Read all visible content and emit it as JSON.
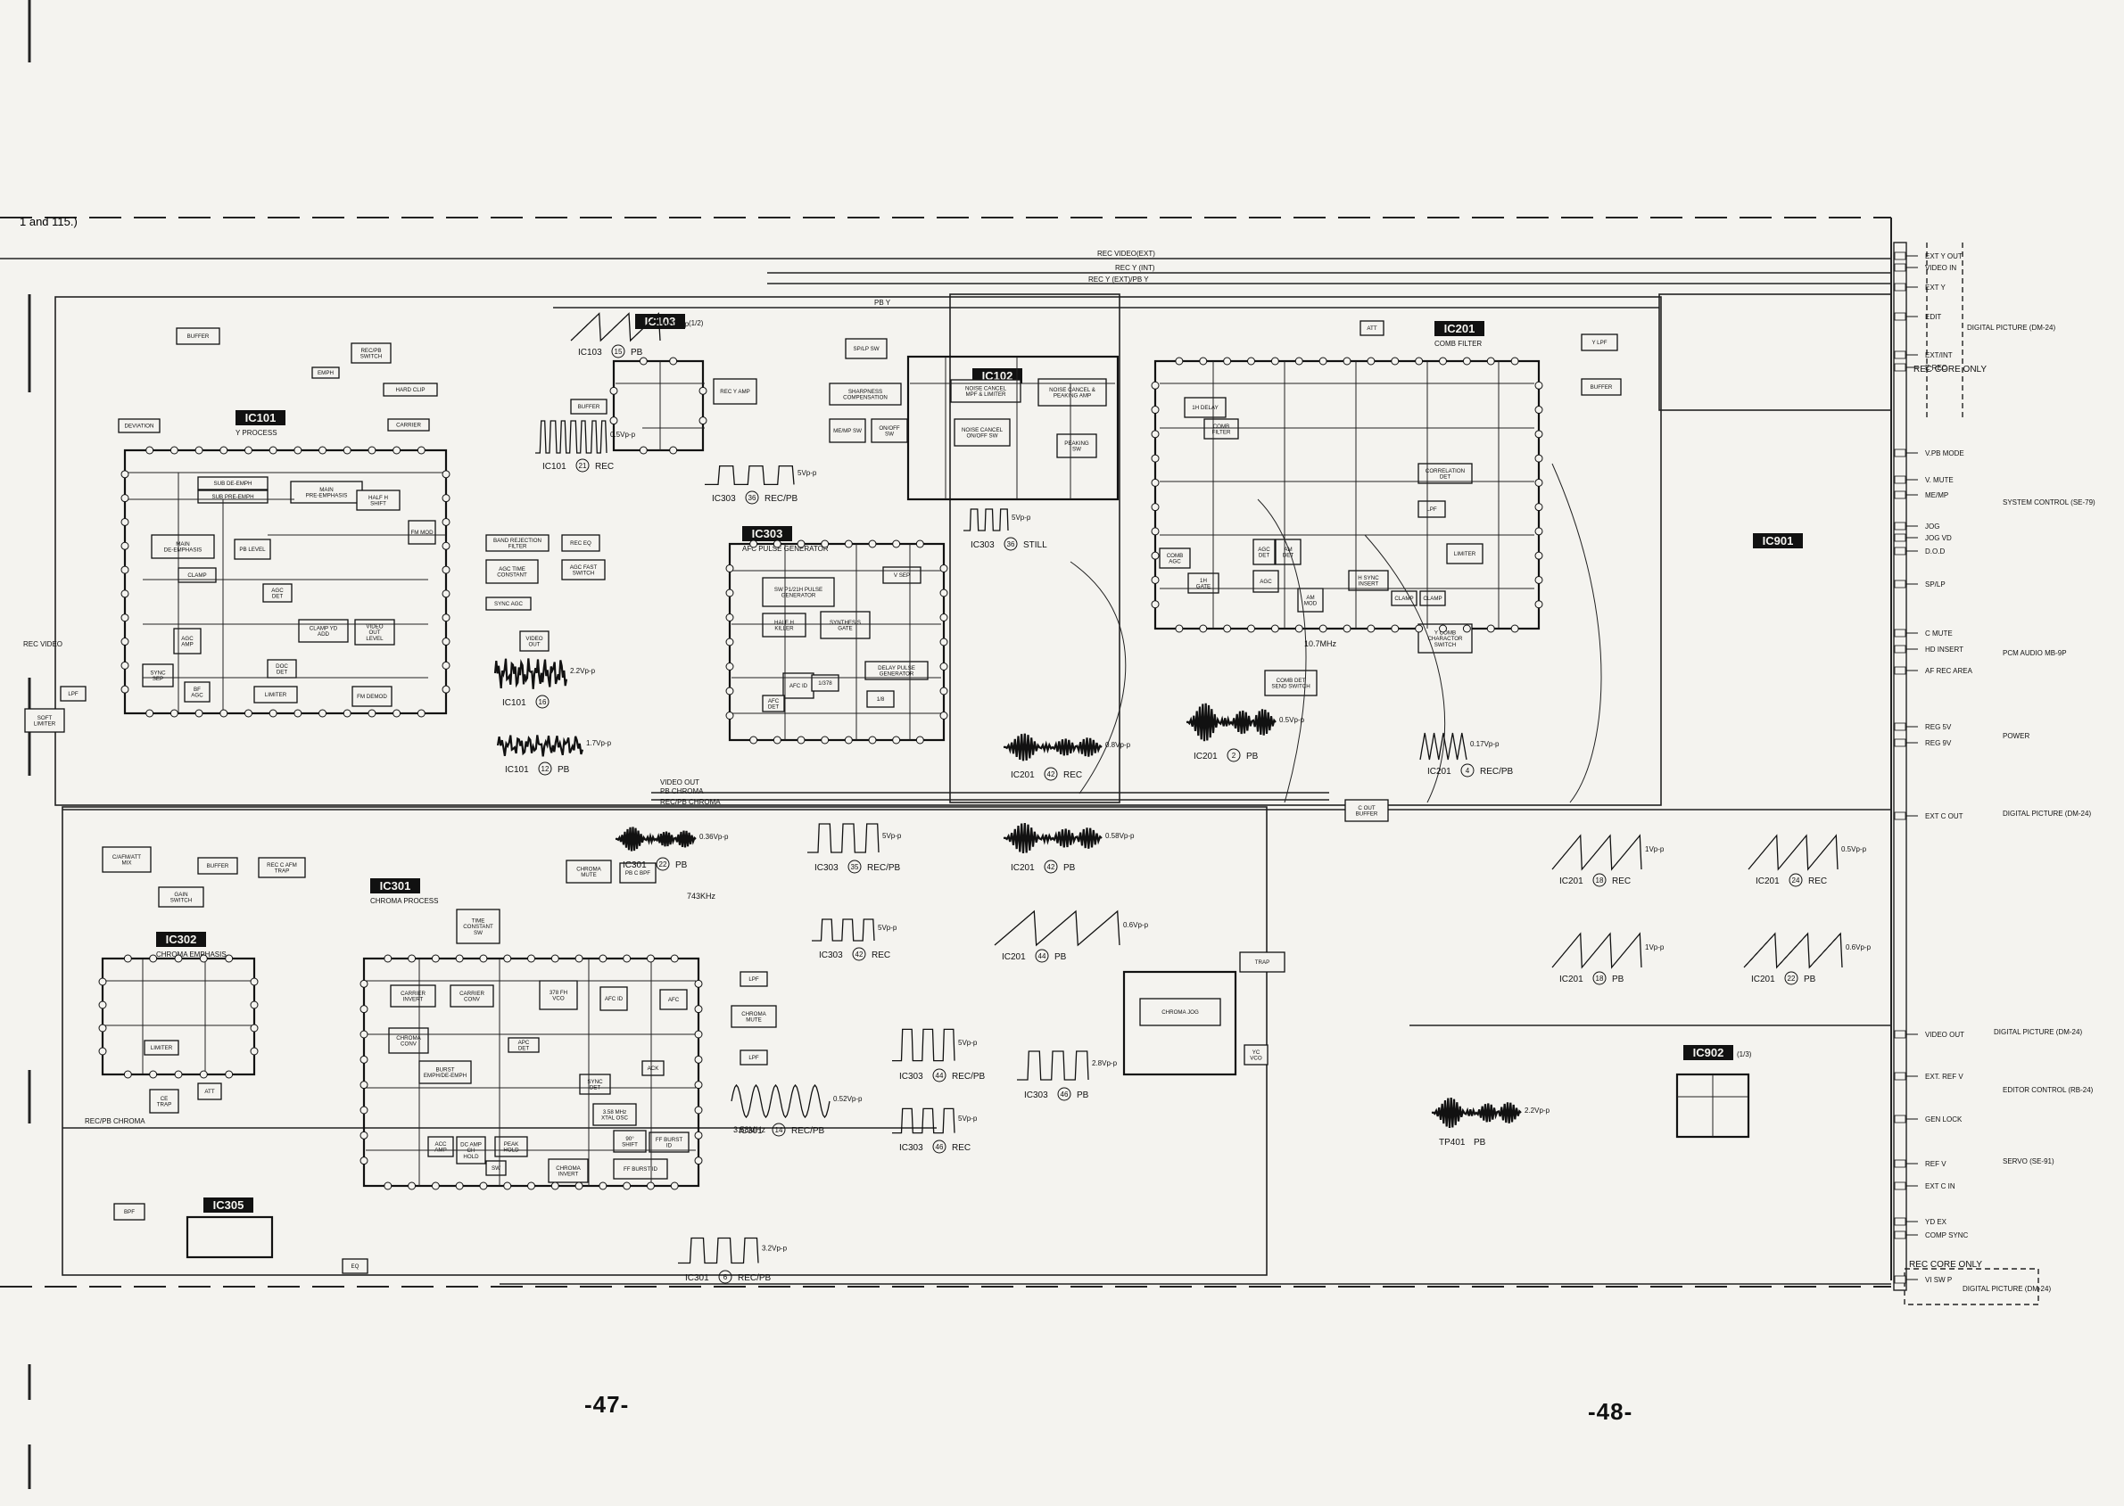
{
  "header": {
    "note": "1 and 115.)"
  },
  "ic_labels": [
    {
      "id": "ic101",
      "name": "IC101",
      "sub": "Y PROCESS"
    },
    {
      "id": "ic103",
      "name": "IC103",
      "sub": "(1/2)"
    },
    {
      "id": "ic102",
      "name": "IC102",
      "sub": ""
    },
    {
      "id": "ic201",
      "name": "IC201",
      "sub": "COMB FILTER"
    },
    {
      "id": "ic303",
      "name": "IC303",
      "sub": "AFC PULSE GENERATOR"
    },
    {
      "id": "ic301",
      "name": "IC301",
      "sub": "CHROMA PROCESS"
    },
    {
      "id": "ic302",
      "name": "IC302",
      "sub": "CHROMA EMPHASIS"
    },
    {
      "id": "ic305",
      "name": "IC305",
      "sub": ""
    },
    {
      "id": "ic901",
      "name": "IC901",
      "sub": ""
    },
    {
      "id": "ic902",
      "name": "IC902",
      "sub": "(1/3)"
    }
  ],
  "blocks": [
    {
      "id": "buffer-q111",
      "label": "BUFFER"
    },
    {
      "id": "deviation",
      "label": "DEVIATION"
    },
    {
      "id": "rec-pb-switch",
      "label": "REC/PB SWITCH"
    },
    {
      "id": "emph",
      "label": "EMPH"
    },
    {
      "id": "hard-clip",
      "label": "HARD CLIP"
    },
    {
      "id": "carrier",
      "label": "CARRIER"
    },
    {
      "id": "sub-de-emph",
      "label": "SUB DE-EMPH"
    },
    {
      "id": "sub-pre-emph",
      "label": "SUB PRE-EMPH"
    },
    {
      "id": "main-pre-emphasis",
      "label": "MAIN PRE-EMPHASIS"
    },
    {
      "id": "half-h-shift",
      "label": "HALF H SHIFT"
    },
    {
      "id": "fm-mod",
      "label": "FM MOD"
    },
    {
      "id": "main-de-emphasis",
      "label": "MAIN DE-EMPHASIS"
    },
    {
      "id": "pb-level",
      "label": "PB LEVEL"
    },
    {
      "id": "clamp",
      "label": "CLAMP"
    },
    {
      "id": "agc-det",
      "label": "AGC DET"
    },
    {
      "id": "agc-amp",
      "label": "AGC AMP"
    },
    {
      "id": "clamp-yd-add",
      "label": "CLAMP YD ADD"
    },
    {
      "id": "video-out-level",
      "label": "VIDEO OUT LEVEL"
    },
    {
      "id": "sync-sep",
      "label": "SYNC SEP"
    },
    {
      "id": "bf-agc",
      "label": "BF AGC"
    },
    {
      "id": "doc-det",
      "label": "DOC DET"
    },
    {
      "id": "limiter",
      "label": "LIMITER"
    },
    {
      "id": "fm-demod",
      "label": "FM DEMOD"
    },
    {
      "id": "lpf-left",
      "label": "LPF"
    },
    {
      "id": "soft-limiter",
      "label": "SOFT LIMITER"
    },
    {
      "id": "band-rejection",
      "label": "BAND REJECTION FILTER"
    },
    {
      "id": "rec-eq",
      "label": "REC EQ"
    },
    {
      "id": "agc-time-constant",
      "label": "AGC TIME CONSTANT"
    },
    {
      "id": "agc-fast-switch",
      "label": "AGC FAST SWITCH"
    },
    {
      "id": "sync-agc",
      "label": "SYNC AGC"
    },
    {
      "id": "video-out",
      "label": "VIDEO OUT"
    },
    {
      "id": "buffer-q902",
      "label": "BUFFER"
    },
    {
      "id": "rec-y-amp",
      "label": "REC Y AMP"
    },
    {
      "id": "sharpness",
      "label": "SHARPNESS COMPENSATION"
    },
    {
      "id": "mp-lp-sw",
      "label": "SP/LP SW"
    },
    {
      "id": "me-mp-sw",
      "label": "ME/MP SW"
    },
    {
      "id": "on-off-sw",
      "label": "ON/OFF SW"
    },
    {
      "id": "noise-cancel-mpf",
      "label": "NOISE CANCEL MPF & LIMITER"
    },
    {
      "id": "noise-cancel-onoff",
      "label": "NOISE CANCEL ON/OFF SW"
    },
    {
      "id": "noise-cancel-peak",
      "label": "NOISE CANCEL & PEAKING AMP"
    },
    {
      "id": "peaking-sw",
      "label": "PEAKING SW"
    },
    {
      "id": "v-sep",
      "label": "V SEP"
    },
    {
      "id": "sw-pulse-gen",
      "label": "SW P1/21H PULSE GENERATOR"
    },
    {
      "id": "half-h-killer",
      "label": "HALF H KILLER"
    },
    {
      "id": "synthesis-gate",
      "label": "SYNTHESIS GATE"
    },
    {
      "id": "afc-id",
      "label": "AFC ID"
    },
    {
      "id": "afc-det",
      "label": "AFC DET"
    },
    {
      "id": "div-378",
      "label": "1/378"
    },
    {
      "id": "delay-pulse-gen",
      "label": "DELAY PULSE GENERATOR"
    },
    {
      "id": "div-8",
      "label": "1/8"
    },
    {
      "id": "att",
      "label": "ATT"
    },
    {
      "id": "y-lpf",
      "label": "Y LPF"
    },
    {
      "id": "buffer-q217",
      "label": "BUFFER"
    },
    {
      "id": "ih-delay",
      "label": "1H DELAY"
    },
    {
      "id": "comb-filter",
      "label": "COMB FILTER"
    },
    {
      "id": "correlation-det",
      "label": "CORRELATION DET"
    },
    {
      "id": "lpf-201",
      "label": "LPF"
    },
    {
      "id": "limiter-201",
      "label": "LIMITER"
    },
    {
      "id": "am-det",
      "label": "AM DET"
    },
    {
      "id": "agc-201",
      "label": "AGC DET"
    },
    {
      "id": "comb-agc",
      "label": "COMB AGC"
    },
    {
      "id": "ih-gate",
      "label": "1H GATE"
    },
    {
      "id": "agc-b",
      "label": "AGC"
    },
    {
      "id": "am-mod",
      "label": "AM MOD"
    },
    {
      "id": "h-sync-insert",
      "label": "H SYNC INSERT"
    },
    {
      "id": "clamp-201",
      "label": "CLAMP"
    },
    {
      "id": "clamp-201b",
      "label": "CLAMP"
    },
    {
      "id": "y-comb-char",
      "label": "Y COMB CHARACTOR SWITCH"
    },
    {
      "id": "comb-det-send",
      "label": "COMB DET SEND SWITCH"
    },
    {
      "id": "c-out-buffer",
      "label": "C OUT BUFFER"
    },
    {
      "id": "c-afm-att-mix",
      "label": "C/AFM/ATT MIX"
    },
    {
      "id": "buffer-q301",
      "label": "BUFFER"
    },
    {
      "id": "rec-c-afm-trap",
      "label": "REC C AFM TRAP"
    },
    {
      "id": "gain-switch",
      "label": "GAIN SWITCH"
    },
    {
      "id": "chroma-mute",
      "label": "CHROMA MUTE"
    },
    {
      "id": "pb-c-bpf",
      "label": "PB C BPF"
    },
    {
      "id": "time-constant-sw",
      "label": "TIME CONSTANT SW"
    },
    {
      "id": "carrier-invert",
      "label": "CARRIER INVERT"
    },
    {
      "id": "carrier-conv",
      "label": "CARRIER CONV"
    },
    {
      "id": "vco-378",
      "label": "378 FH VCO"
    },
    {
      "id": "afc-id-301",
      "label": "AFC ID"
    },
    {
      "id": "afc-301",
      "label": "AFC"
    },
    {
      "id": "chroma-mute-301",
      "label": "CHROMA MUTE"
    },
    {
      "id": "lpf-301",
      "label": "LPF"
    },
    {
      "id": "lpf-301b",
      "label": "LPF"
    },
    {
      "id": "chroma-conv",
      "label": "CHROMA CONV"
    },
    {
      "id": "burst-emph",
      "label": "BURST EMPH/DE-EMPH"
    },
    {
      "id": "apc-det",
      "label": "APC DET"
    },
    {
      "id": "ack",
      "label": "ACK"
    },
    {
      "id": "sync-det",
      "label": "SYNC DET"
    },
    {
      "id": "xtal-osc",
      "label": "3.58 MHz XTAL OSC"
    },
    {
      "id": "shift-90",
      "label": "90° SHIFT"
    },
    {
      "id": "ff-burst-id",
      "label": "FF BURST ID"
    },
    {
      "id": "ff-burst-id-b",
      "label": "FF BURST ID"
    },
    {
      "id": "acc-amp",
      "label": "ACC AMP"
    },
    {
      "id": "dc-amp",
      "label": "DC AMP CH HOLD"
    },
    {
      "id": "peak-hold",
      "label": "PEAK HOLD"
    },
    {
      "id": "sw-301",
      "label": "SW"
    },
    {
      "id": "chroma-invert",
      "label": "CHROMA INVERT"
    },
    {
      "id": "limiter-302",
      "label": "LIMITER"
    },
    {
      "id": "ce-trap",
      "label": "CE TRAP"
    },
    {
      "id": "att-302",
      "label": "ATT"
    },
    {
      "id": "bpf-305",
      "label": "BPF"
    },
    {
      "id": "eq-305",
      "label": "EQ"
    },
    {
      "id": "trap-q310",
      "label": "TRAP"
    },
    {
      "id": "chroma-jog",
      "label": "CHROMA JOG"
    },
    {
      "id": "yc-vco",
      "label": "YC VCO"
    }
  ],
  "connectors": [
    {
      "id": "ext-y-out",
      "label": "EXT Y OUT"
    },
    {
      "id": "video-in",
      "label": "VIDEO IN"
    },
    {
      "id": "ext-y",
      "label": "EXT Y"
    },
    {
      "id": "edit",
      "label": "EDIT"
    },
    {
      "id": "ext-int",
      "label": "EXT/INT"
    },
    {
      "id": "e-rec",
      "label": "E REC"
    },
    {
      "id": "v-pb-mode",
      "label": "V.PB MODE"
    },
    {
      "id": "v-mute",
      "label": "V. MUTE"
    },
    {
      "id": "me-mp",
      "label": "ME/MP"
    },
    {
      "id": "jog",
      "label": "JOG"
    },
    {
      "id": "jog-vd",
      "label": "JOG VD"
    },
    {
      "id": "dod",
      "label": "D.O.D"
    },
    {
      "id": "sp-lp",
      "label": "SP/LP"
    },
    {
      "id": "c-mute",
      "label": "C MUTE"
    },
    {
      "id": "hd-insert",
      "label": "HD INSERT"
    },
    {
      "id": "af-rec-area",
      "label": "AF REC AREA"
    },
    {
      "id": "reg-5v",
      "label": "REG 5V"
    },
    {
      "id": "reg-9v",
      "label": "REG 9V"
    },
    {
      "id": "ext-c-out",
      "label": "EXT C OUT"
    },
    {
      "id": "video-out-cn",
      "label": "VIDEO OUT"
    },
    {
      "id": "ext-ref-v",
      "label": "EXT. REF V"
    },
    {
      "id": "gen-lock",
      "label": "GEN LOCK"
    },
    {
      "id": "ref-v",
      "label": "REF V"
    },
    {
      "id": "yd-ex",
      "label": "YD EX"
    },
    {
      "id": "comp-sync",
      "label": "COMP SYNC"
    },
    {
      "id": "vi-sw-p",
      "label": "VI SW P"
    },
    {
      "id": "ext-c-in",
      "label": "EXT C IN"
    }
  ],
  "side_notes": {
    "digital_picture_1": "DIGITAL PICTURE (DM-24)",
    "rec_core_only_1": "REC CORE ONLY",
    "system_control": "SYSTEM CONTROL (SE-79)",
    "pcm_audio": "PCM AUDIO MB-9P",
    "power": "POWER",
    "digital_picture_2": "DIGITAL PICTURE (DM-24)",
    "digital_picture_3": "DIGITAL PICTURE (DM-24)",
    "editor_control": "EDITOR CONTROL (RB-24)",
    "servo": "SERVO (SE-91)",
    "rec_core_only_2": "REC CORE ONLY",
    "digital_picture_4": "DIGITAL PICTURE (DM-24)"
  },
  "signal_lines": {
    "rec_video_ext": "REC VIDEO(EXT)",
    "rec_y_int": "REC Y (INT)",
    "rec_y_ext_pb_y": "REC Y (EXT)/PB Y",
    "pb_y": "PB Y",
    "video_out": "VIDEO OUT",
    "pb_chroma": "PB CHROMA",
    "rec_pb_chroma": "REC/PB CHROMA",
    "rec_video": "REC VIDEO",
    "rec_pb_chroma_2": "REC/PB CHROMA"
  },
  "waveform_captions": [
    {
      "id": "wf-ic101-21",
      "ic": "IC101",
      "pin": "21",
      "mode": "REC",
      "amp": "0.5Vp-p"
    },
    {
      "id": "wf-ic103-15",
      "ic": "IC103",
      "pin": "15",
      "mode": "PB",
      "amp": "0.5Vp-p"
    },
    {
      "id": "wf-ic101-16",
      "ic": "IC101",
      "pin": "16",
      "mode": "",
      "amp": "2.2Vp-p"
    },
    {
      "id": "wf-ic101-12",
      "ic": "IC101",
      "pin": "12",
      "mode": "PB",
      "amp": "1.7Vp-p"
    },
    {
      "id": "wf-ic303-36-recpb",
      "ic": "IC303",
      "pin": "36",
      "mode": "REC/PB",
      "amp": "5Vp-p"
    },
    {
      "id": "wf-ic303-36-still",
      "ic": "IC303",
      "pin": "36",
      "mode": "STILL",
      "amp": "5Vp-p"
    },
    {
      "id": "wf-ic201-42-rec",
      "ic": "IC201",
      "pin": "42",
      "mode": "REC",
      "amp": "0.8Vp-p"
    },
    {
      "id": "wf-ic201-2-pb",
      "ic": "IC201",
      "pin": "2",
      "mode": "PB",
      "amp": "0.5Vp-p"
    },
    {
      "id": "wf-ic201-4",
      "ic": "IC201",
      "pin": "4",
      "mode": "REC/PB",
      "amp": "0.17Vp-p"
    },
    {
      "id": "wf-ic301-22",
      "ic": "IC301",
      "pin": "22",
      "mode": "PB",
      "amp": "0.36Vp-p"
    },
    {
      "id": "wf-ic303-35",
      "ic": "IC303",
      "pin": "35",
      "mode": "REC/PB",
      "amp": "5Vp-p"
    },
    {
      "id": "wf-ic201-42-pb",
      "ic": "IC201",
      "pin": "42",
      "mode": "PB",
      "amp": "0.58Vp-p"
    },
    {
      "id": "wf-ic201-44",
      "ic": "IC201",
      "pin": "44",
      "mode": "PB",
      "amp": "0.6Vp-p"
    },
    {
      "id": "wf-ic303-42",
      "ic": "IC303",
      "pin": "42",
      "mode": "REC",
      "amp": "5Vp-p"
    },
    {
      "id": "wf-ic201-18-rec",
      "ic": "IC201",
      "pin": "18",
      "mode": "REC",
      "amp": "1Vp-p"
    },
    {
      "id": "wf-ic201-24",
      "ic": "IC201",
      "pin": "24",
      "mode": "REC",
      "amp": "0.5Vp-p"
    },
    {
      "id": "wf-ic201-18-pb",
      "ic": "IC201",
      "pin": "18",
      "mode": "PB",
      "amp": "1Vp-p"
    },
    {
      "id": "wf-ic201-22",
      "ic": "IC201",
      "pin": "22",
      "mode": "PB",
      "amp": "0.6Vp-p"
    },
    {
      "id": "wf-ic303-44",
      "ic": "IC303",
      "pin": "44",
      "mode": "REC/PB",
      "amp": "5Vp-p"
    },
    {
      "id": "wf-ic303-46-pb",
      "ic": "IC303",
      "pin": "46",
      "mode": "PB",
      "amp": "2.8Vp-p"
    },
    {
      "id": "wf-ic303-46-rec",
      "ic": "IC303",
      "pin": "46",
      "mode": "REC",
      "amp": "5Vp-p"
    },
    {
      "id": "wf-ic301-14",
      "ic": "IC301",
      "pin": "14",
      "mode": "REC/PB",
      "amp": "0.52Vp-p"
    },
    {
      "id": "wf-ic301-6",
      "ic": "IC301",
      "pin": "6",
      "mode": "REC/PB",
      "amp": "3.2Vp-p"
    },
    {
      "id": "wf-tp401",
      "ic": "TP401",
      "pin": "",
      "mode": "PB",
      "amp": "2.2Vp-p"
    }
  ],
  "freq_notes": {
    "f743": "743KHz",
    "f358": "3.58MHz",
    "f107": "10.7MHz"
  },
  "pages": {
    "left": "-47-",
    "right": "-48-"
  }
}
